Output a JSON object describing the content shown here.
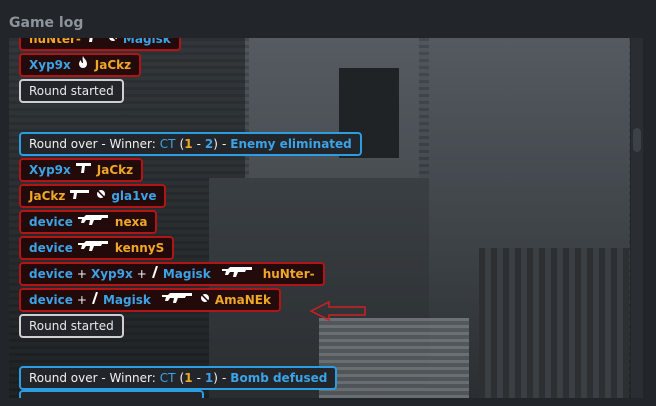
{
  "title": "Game log",
  "colors": {
    "ct": "#3ba3e6",
    "t": "#f0a727",
    "kill_border": "#b21515",
    "roundover_border": "#2b9de0"
  },
  "entries": [
    {
      "kind": "kill",
      "a": "huNter-",
      "a_team": "t",
      "weapon": "pistol-icon",
      "b": "Magisk",
      "b_team": "ct"
    },
    {
      "kind": "kill",
      "a": "Xyp9x",
      "a_team": "ct",
      "weapon": "fire-icon",
      "b": "JaCkz",
      "b_team": "t"
    },
    {
      "kind": "event",
      "text": "Round started"
    },
    {
      "kind": "roundover",
      "prefix": "Round over - Winner:",
      "team": "CT",
      "open": "(",
      "s1": "1",
      "dash": "-",
      "s2": "2",
      "close": ")",
      "sep": "-",
      "reason": "Enemy eliminated"
    },
    {
      "kind": "kill",
      "a": "Xyp9x",
      "a_team": "ct",
      "weapon": "pistol-icon",
      "b": "JaCkz",
      "b_team": "t"
    },
    {
      "kind": "kill",
      "a": "JaCkz",
      "a_team": "t",
      "weapon": "pistol-icon",
      "b": "gla1ve",
      "b_team": "ct"
    },
    {
      "kind": "kill",
      "a": "device",
      "a_team": "ct",
      "weapon": "rifle-icon",
      "b": "nexa",
      "b_team": "t"
    },
    {
      "kind": "kill",
      "a": "device",
      "a_team": "ct",
      "weapon": "rifle-icon",
      "b": "kennyS",
      "b_team": "t"
    },
    {
      "kind": "assist",
      "a": "device",
      "plus": "+",
      "a2": "Xyp9x",
      "a3": "Magisk",
      "weapon": "rifle-icon",
      "b": "huNter-"
    },
    {
      "kind": "assist2",
      "a": "device",
      "plus": "+",
      "a3": "Magisk",
      "weapon": "rifle-icon",
      "b": "AmaNEk"
    },
    {
      "kind": "event",
      "text": "Round started"
    },
    {
      "kind": "roundover",
      "prefix": "Round over - Winner:",
      "team": "CT",
      "open": "(",
      "s1": "1",
      "dash": "-",
      "s2": "1",
      "close": ")",
      "sep": "-",
      "reason": "Bomb defused"
    }
  ]
}
